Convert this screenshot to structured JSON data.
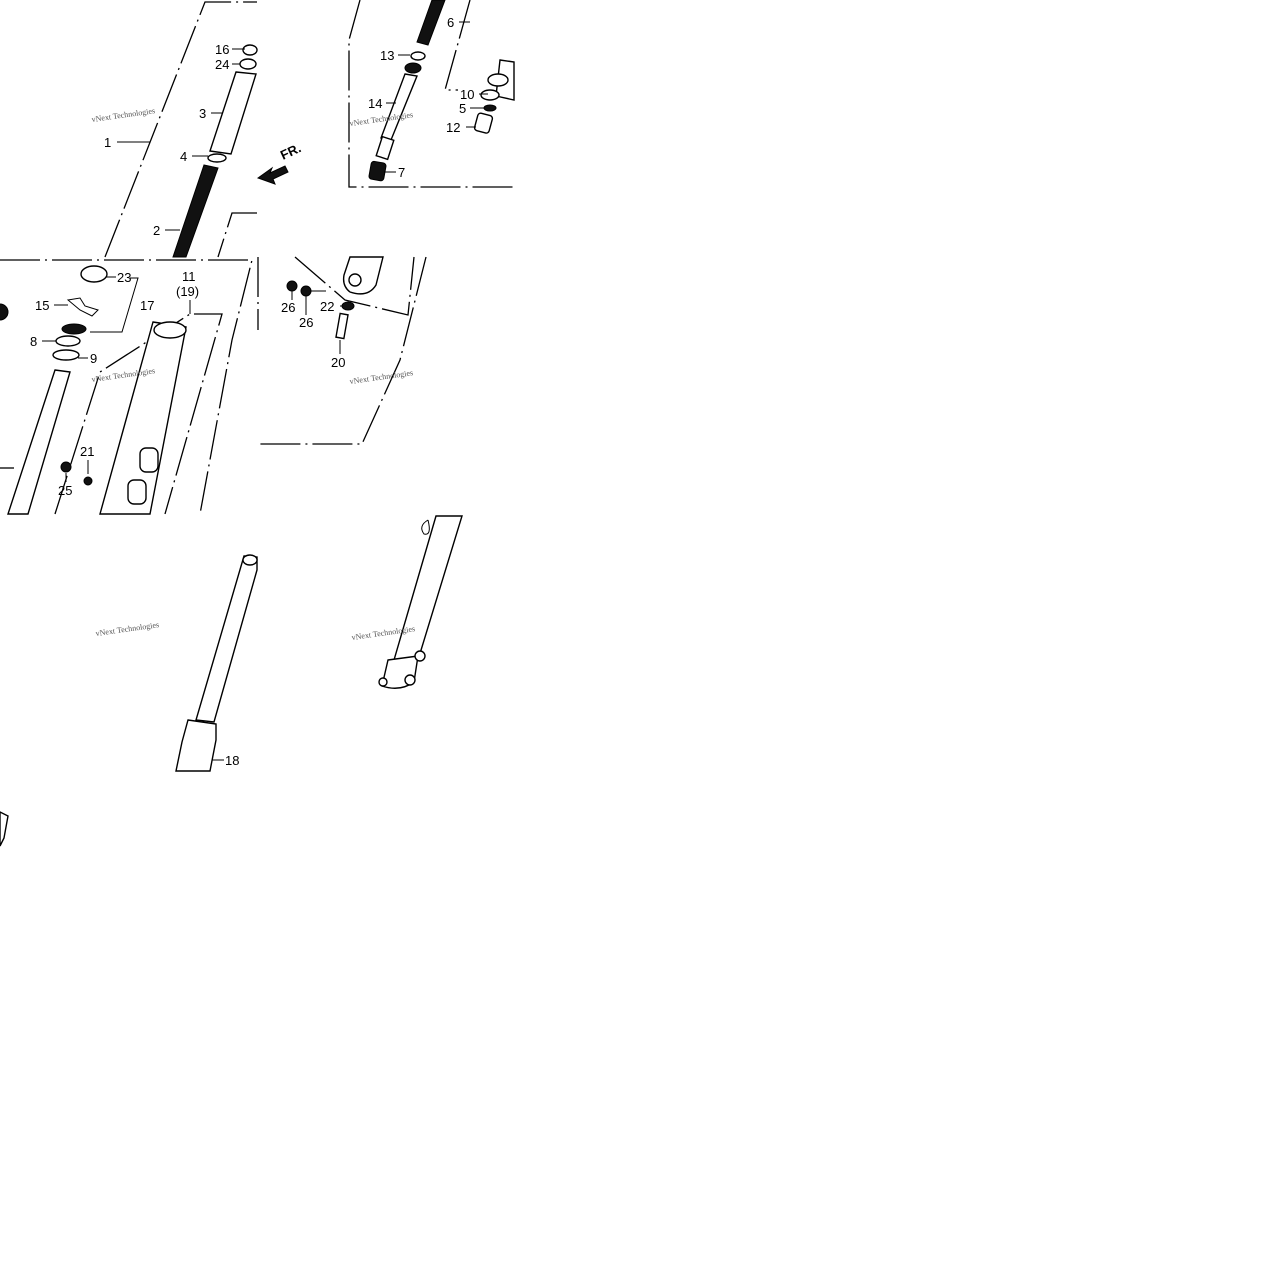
{
  "diagram": {
    "callouts": {
      "c1": "1",
      "c2": "2",
      "c3": "3",
      "c4": "4",
      "c5": "5",
      "c6": "6",
      "c7": "7",
      "c8": "8",
      "c9": "9",
      "c10": "10",
      "c11": "11",
      "c11b": "(19)",
      "c12": "12",
      "c13": "13",
      "c14": "14",
      "c15": "15",
      "c16": "16",
      "c17": "17",
      "c18": "18",
      "c20": "20",
      "c21": "21",
      "c22": "22",
      "c23": "23",
      "c24": "24",
      "c25": "25",
      "c26a": "26",
      "c26b": "26"
    },
    "front_arrow_label": "FR.",
    "watermark": "vNext Technologies"
  }
}
